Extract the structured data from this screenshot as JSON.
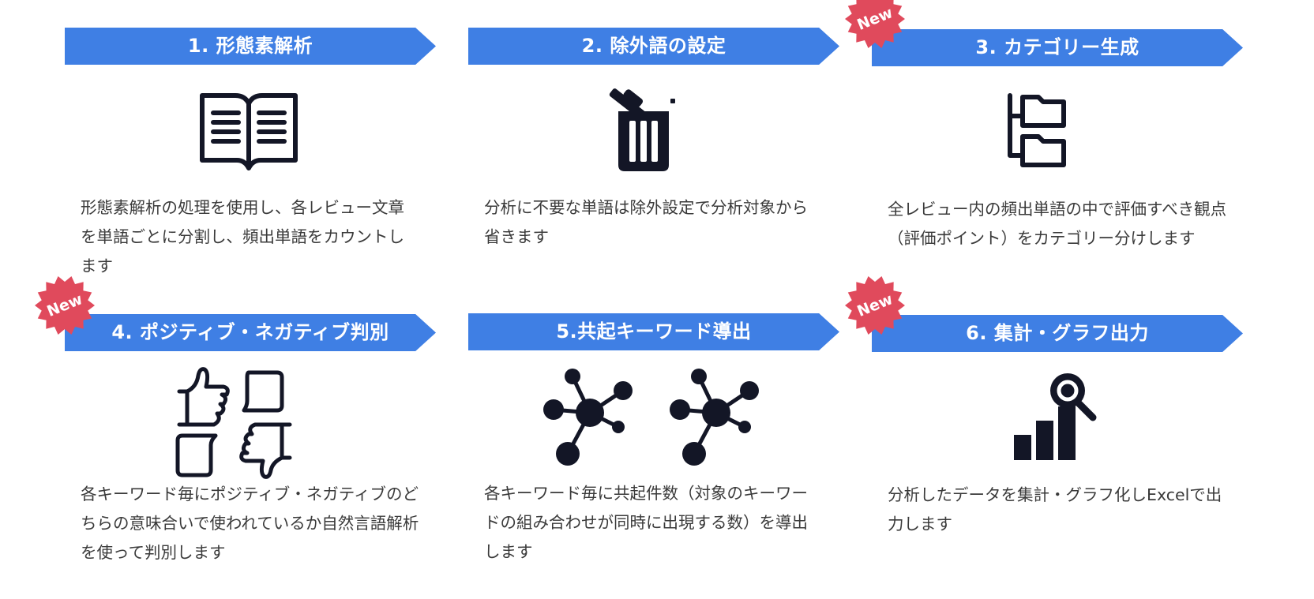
{
  "colors": {
    "banner": "#3f7fe4",
    "badge": "#e04a5c",
    "icon": "#131626",
    "text": "#3a3a3a"
  },
  "badge_label": "New",
  "steps": [
    {
      "title": "1. 形態素解析",
      "icon": "open-book-icon",
      "desc": "形態素解析の処理を使用し、各レビュー文章を単語ごとに分割し、頻出単語をカウントします",
      "is_new": false
    },
    {
      "title": "2. 除外語の設定",
      "icon": "trash-icon",
      "desc": "分析に不要な単語は除外設定で分析対象から省きます",
      "is_new": false
    },
    {
      "title": "3. カテゴリー生成",
      "icon": "folder-tree-icon",
      "desc": "全レビュー内の頻出単語の中で評価すべき観点（評価ポイント）をカテゴリー分けします",
      "is_new": true
    },
    {
      "title": "4. ポジティブ・ネガティブ判別",
      "icon": "thumbs-up-down-icon",
      "desc": "各キーワード毎にポジティブ・ネガティブのどちらの意味合いで使われているか自然言語解析を使って判別します",
      "is_new": true
    },
    {
      "title": "5.共起キーワード導出",
      "icon": "network-nodes-icon",
      "desc": "各キーワード毎に共起件数（対象のキーワードの組み合わせが同時に出現する数）を導出します",
      "is_new": false
    },
    {
      "title": "6. 集計・グラフ出力",
      "icon": "chart-search-icon",
      "desc": "分析したデータを集計・グラフ化しExcelで出力します",
      "is_new": true
    }
  ]
}
